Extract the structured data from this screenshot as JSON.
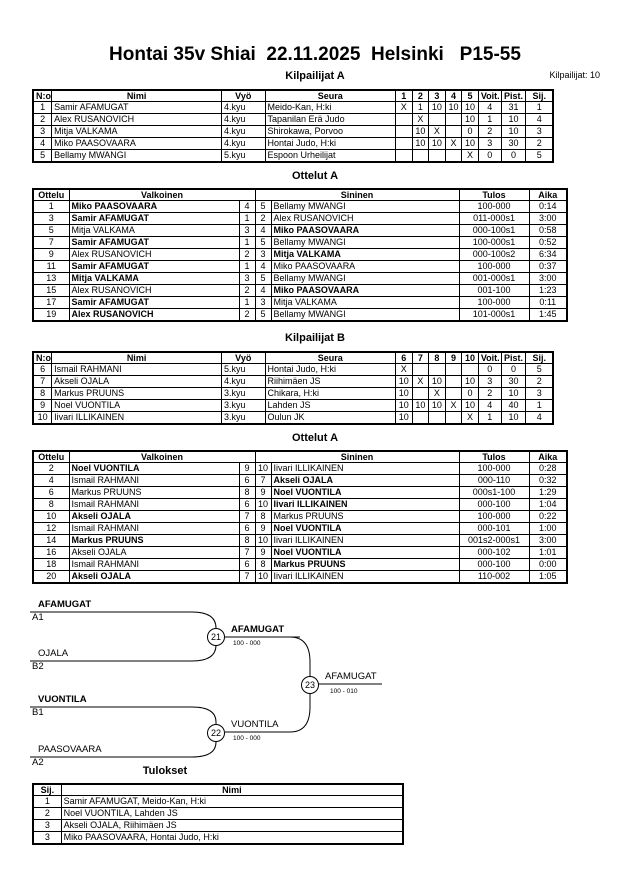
{
  "title": "Hontai 35v Shiai  22.11.2025  Helsinki   P15-55",
  "pools": [
    {
      "heading": "Kilpailijat A",
      "count_label": "Kilpailijat: 10",
      "headers": [
        "N:o",
        "Nimi",
        "Vyö",
        "Seura",
        "1",
        "2",
        "3",
        "4",
        "5",
        "Voit.",
        "Pist.",
        "Sij."
      ],
      "rows": [
        [
          "1",
          "Samir AFAMUGAT",
          "4.kyu",
          "Meido-Kan, H:ki",
          "X",
          "1",
          "10",
          "10",
          "10",
          "4",
          "31",
          "1"
        ],
        [
          "2",
          "Alex RUSANOVICH",
          "4.kyu",
          "Tapanilan Erä Judo",
          "",
          "X",
          "",
          "",
          "10",
          "1",
          "10",
          "4"
        ],
        [
          "3",
          "Mitja VALKAMA",
          "4.kyu",
          "Shirokawa, Porvoo",
          "",
          "10",
          "X",
          "",
          "0",
          "2",
          "10",
          "3"
        ],
        [
          "4",
          "Miko PAASOVAARA",
          "4.kyu",
          "Hontai Judo, H:ki",
          "",
          "10",
          "10",
          "X",
          "10",
          "3",
          "30",
          "2"
        ],
        [
          "5",
          "Bellamy MWANGI",
          "5.kyu",
          "Espoon Urheilijat",
          "",
          "",
          "",
          "",
          "X",
          "0",
          "0",
          "5"
        ]
      ]
    },
    {
      "heading": "Kilpailijat B",
      "headers": [
        "N:o",
        "Nimi",
        "Vyö",
        "Seura",
        "6",
        "7",
        "8",
        "9",
        "10",
        "Voit.",
        "Pist.",
        "Sij."
      ],
      "rows": [
        [
          "6",
          "Ismail RAHMANI",
          "5.kyu",
          "Hontai Judo, H:ki",
          "X",
          "",
          "",
          "",
          "",
          "0",
          "0",
          "5"
        ],
        [
          "7",
          "Akseli OJALA",
          "4.kyu",
          "Riihimäen JS",
          "10",
          "X",
          "10",
          "",
          "10",
          "3",
          "30",
          "2"
        ],
        [
          "8",
          "Markus PRUUNS",
          "3.kyu",
          "Chikara, H:ki",
          "10",
          "",
          "X",
          "",
          "0",
          "2",
          "10",
          "3"
        ],
        [
          "9",
          "Noel VUONTILA",
          "3.kyu",
          "Lahden JS",
          "10",
          "10",
          "10",
          "X",
          "10",
          "4",
          "40",
          "1"
        ],
        [
          "10",
          "Iivari ILLIKAINEN",
          "3.kyu",
          "Oulun JK",
          "10",
          "",
          "",
          "",
          "X",
          "1",
          "10",
          "4"
        ]
      ]
    }
  ],
  "matches": [
    {
      "heading": "Ottelut A",
      "headers": [
        "Ottelu",
        "Valkoinen",
        "Sininen",
        "Tulos",
        "Aika"
      ],
      "rows": [
        {
          "no": "1",
          "white": "Miko PAASOVAARA",
          "wn": "4",
          "bn": "5",
          "blue": "Bellamy MWANGI",
          "result": "100-000",
          "time": "0:14",
          "winner": "w"
        },
        {
          "no": "3",
          "white": "Samir AFAMUGAT",
          "wn": "1",
          "bn": "2",
          "blue": "Alex RUSANOVICH",
          "result": "011-000s1",
          "time": "3:00",
          "winner": "w"
        },
        {
          "no": "5",
          "white": "Mitja VALKAMA",
          "wn": "3",
          "bn": "4",
          "blue": "Miko PAASOVAARA",
          "result": "000-100s1",
          "time": "0:58",
          "winner": "b"
        },
        {
          "no": "7",
          "white": "Samir AFAMUGAT",
          "wn": "1",
          "bn": "5",
          "blue": "Bellamy MWANGI",
          "result": "100-000s1",
          "time": "0:52",
          "winner": "w"
        },
        {
          "no": "9",
          "white": "Alex RUSANOVICH",
          "wn": "2",
          "bn": "3",
          "blue": "Mitja VALKAMA",
          "result": "000-100s2",
          "time": "6:34",
          "winner": "b"
        },
        {
          "no": "11",
          "white": "Samir AFAMUGAT",
          "wn": "1",
          "bn": "4",
          "blue": "Miko PAASOVAARA",
          "result": "100-000",
          "time": "0:37",
          "winner": "w"
        },
        {
          "no": "13",
          "white": "Mitja VALKAMA",
          "wn": "3",
          "bn": "5",
          "blue": "Bellamy MWANGI",
          "result": "001-000s1",
          "time": "3:00",
          "winner": "w"
        },
        {
          "no": "15",
          "white": "Alex RUSANOVICH",
          "wn": "2",
          "bn": "4",
          "blue": "Miko PAASOVAARA",
          "result": "001-100",
          "time": "1:23",
          "winner": "b"
        },
        {
          "no": "17",
          "white": "Samir AFAMUGAT",
          "wn": "1",
          "bn": "3",
          "blue": "Mitja VALKAMA",
          "result": "100-000",
          "time": "0:11",
          "winner": "w"
        },
        {
          "no": "19",
          "white": "Alex RUSANOVICH",
          "wn": "2",
          "bn": "5",
          "blue": "Bellamy MWANGI",
          "result": "101-000s1",
          "time": "1:45",
          "winner": "w"
        }
      ]
    },
    {
      "heading": "Ottelut A",
      "headers": [
        "Ottelu",
        "Valkoinen",
        "Sininen",
        "Tulos",
        "Aika"
      ],
      "rows": [
        {
          "no": "2",
          "white": "Noel VUONTILA",
          "wn": "9",
          "bn": "10",
          "blue": "Iivari ILLIKAINEN",
          "result": "100-000",
          "time": "0:28",
          "winner": "w"
        },
        {
          "no": "4",
          "white": "Ismail RAHMANI",
          "wn": "6",
          "bn": "7",
          "blue": "Akseli OJALA",
          "result": "000-110",
          "time": "0:32",
          "winner": "b"
        },
        {
          "no": "6",
          "white": "Markus PRUUNS",
          "wn": "8",
          "bn": "9",
          "blue": "Noel VUONTILA",
          "result": "000s1-100",
          "time": "1:29",
          "winner": "b"
        },
        {
          "no": "8",
          "white": "Ismail RAHMANI",
          "wn": "6",
          "bn": "10",
          "blue": "Iivari ILLIKAINEN",
          "result": "000-100",
          "time": "1:04",
          "winner": "b"
        },
        {
          "no": "10",
          "white": "Akseli OJALA",
          "wn": "7",
          "bn": "8",
          "blue": "Markus PRUUNS",
          "result": "100-000",
          "time": "0:22",
          "winner": "w"
        },
        {
          "no": "12",
          "white": "Ismail RAHMANI",
          "wn": "6",
          "bn": "9",
          "blue": "Noel VUONTILA",
          "result": "000-101",
          "time": "1:00",
          "winner": "b"
        },
        {
          "no": "14",
          "white": "Markus PRUUNS",
          "wn": "8",
          "bn": "10",
          "blue": "Iivari ILLIKAINEN",
          "result": "001s2-000s1",
          "time": "3:00",
          "winner": "w"
        },
        {
          "no": "16",
          "white": "Akseli OJALA",
          "wn": "7",
          "bn": "9",
          "blue": "Noel VUONTILA",
          "result": "000-102",
          "time": "1:01",
          "winner": "b"
        },
        {
          "no": "18",
          "white": "Ismail RAHMANI",
          "wn": "6",
          "bn": "8",
          "blue": "Markus PRUUNS",
          "result": "000-100",
          "time": "0:00",
          "winner": "b"
        },
        {
          "no": "20",
          "white": "Akseli OJALA",
          "wn": "7",
          "bn": "10",
          "blue": "Iivari ILLIKAINEN",
          "result": "110-002",
          "time": "1:05",
          "winner": "w"
        }
      ]
    }
  ],
  "bracket": {
    "s1_top_name": "AFAMUGAT",
    "s1_top_seed": "A1",
    "s1_bot_name": "OJALA",
    "s1_bot_seed": "B2",
    "m21_no": "21",
    "m21_winner": "AFAMUGAT",
    "m21_score": "100 - 000",
    "s2_top_name": "VUONTILA",
    "s2_top_seed": "B1",
    "s2_bot_name": "PAASOVAARA",
    "s2_bot_seed": "A2",
    "m22_no": "22",
    "m22_winner": "VUONTILA",
    "m22_score": "100 - 000",
    "m23_no": "23",
    "m23_winner": "AFAMUGAT",
    "m23_score": "100 - 010"
  },
  "results": {
    "heading": "Tulokset",
    "headers": [
      "Sij.",
      "Nimi"
    ],
    "rows": [
      [
        "1",
        "Samir AFAMUGAT, Meido-Kan, H:ki"
      ],
      [
        "2",
        "Noel VUONTILA, Lahden JS"
      ],
      [
        "3",
        "Akseli OJALA, Riihimäen JS"
      ],
      [
        "3",
        "Miko PAASOVAARA, Hontai Judo, H:ki"
      ]
    ]
  }
}
